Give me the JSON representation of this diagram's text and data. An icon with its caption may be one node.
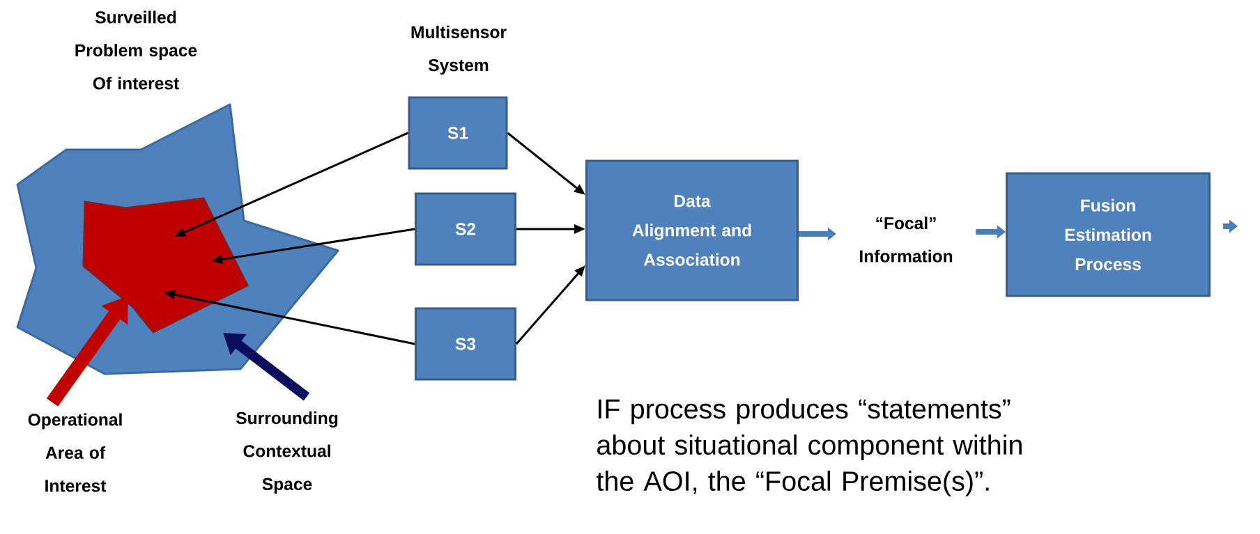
{
  "diagram": {
    "nodes": [
      {
        "text": [
          "Surveilled Problem space Of interest"
        ]
      },
      {
        "text": [],
        "shape": "polygon",
        "in": 0
      },
      {
        "text": [
          "S1"
        ]
      },
      {
        "text": [
          "S2"
        ]
      },
      {
        "text": [
          "S3"
        ]
      },
      {
        "text": [
          "Data Alignment and Association"
        ]
      },
      {
        "text": [
          "“Focal” Information"
        ]
      },
      {
        "text": [
          "Fusion Estimation Process"
        ]
      },
      {
        "text": [
          "Operational Area of Interest"
        ]
      },
      {
        "text": [
          "Surrounding Contextual Space"
        ]
      }
    ],
    "edges": [
      {
        "from": 2,
        "to": 1,
        "arrow": "to"
      },
      {
        "from": 3,
        "to": 1,
        "arrow": "to"
      },
      {
        "from": 4,
        "to": 1,
        "arrow": "to"
      },
      {
        "from": 2,
        "to": 5,
        "arrow": "to"
      },
      {
        "from": 3,
        "to": 5,
        "arrow": "to"
      },
      {
        "from": 4,
        "to": 5,
        "arrow": "to"
      },
      {
        "from": 5,
        "to": 6,
        "arrow": "to",
        "style": "thick",
        "color": "#4a7ebb"
      },
      {
        "from": 6,
        "to": 7,
        "arrow": "to",
        "style": "thick",
        "color": "#4a7ebb"
      },
      {
        "from": 7,
        "to": null,
        "arrow": "to",
        "style": "thick",
        "color": "#4a7ebb"
      },
      {
        "from": 8,
        "to": 1,
        "arrow": "to",
        "style": "thick",
        "color": "#c00000"
      },
      {
        "from": 9,
        "to": 0,
        "arrow": "to",
        "style": "thick",
        "color": "#0d0d5e"
      }
    ],
    "labels": [
      "Multisensor System",
      "IF process produces “statements” about situational component within the AOI, the “Focal Premise(s)”."
    ]
  }
}
